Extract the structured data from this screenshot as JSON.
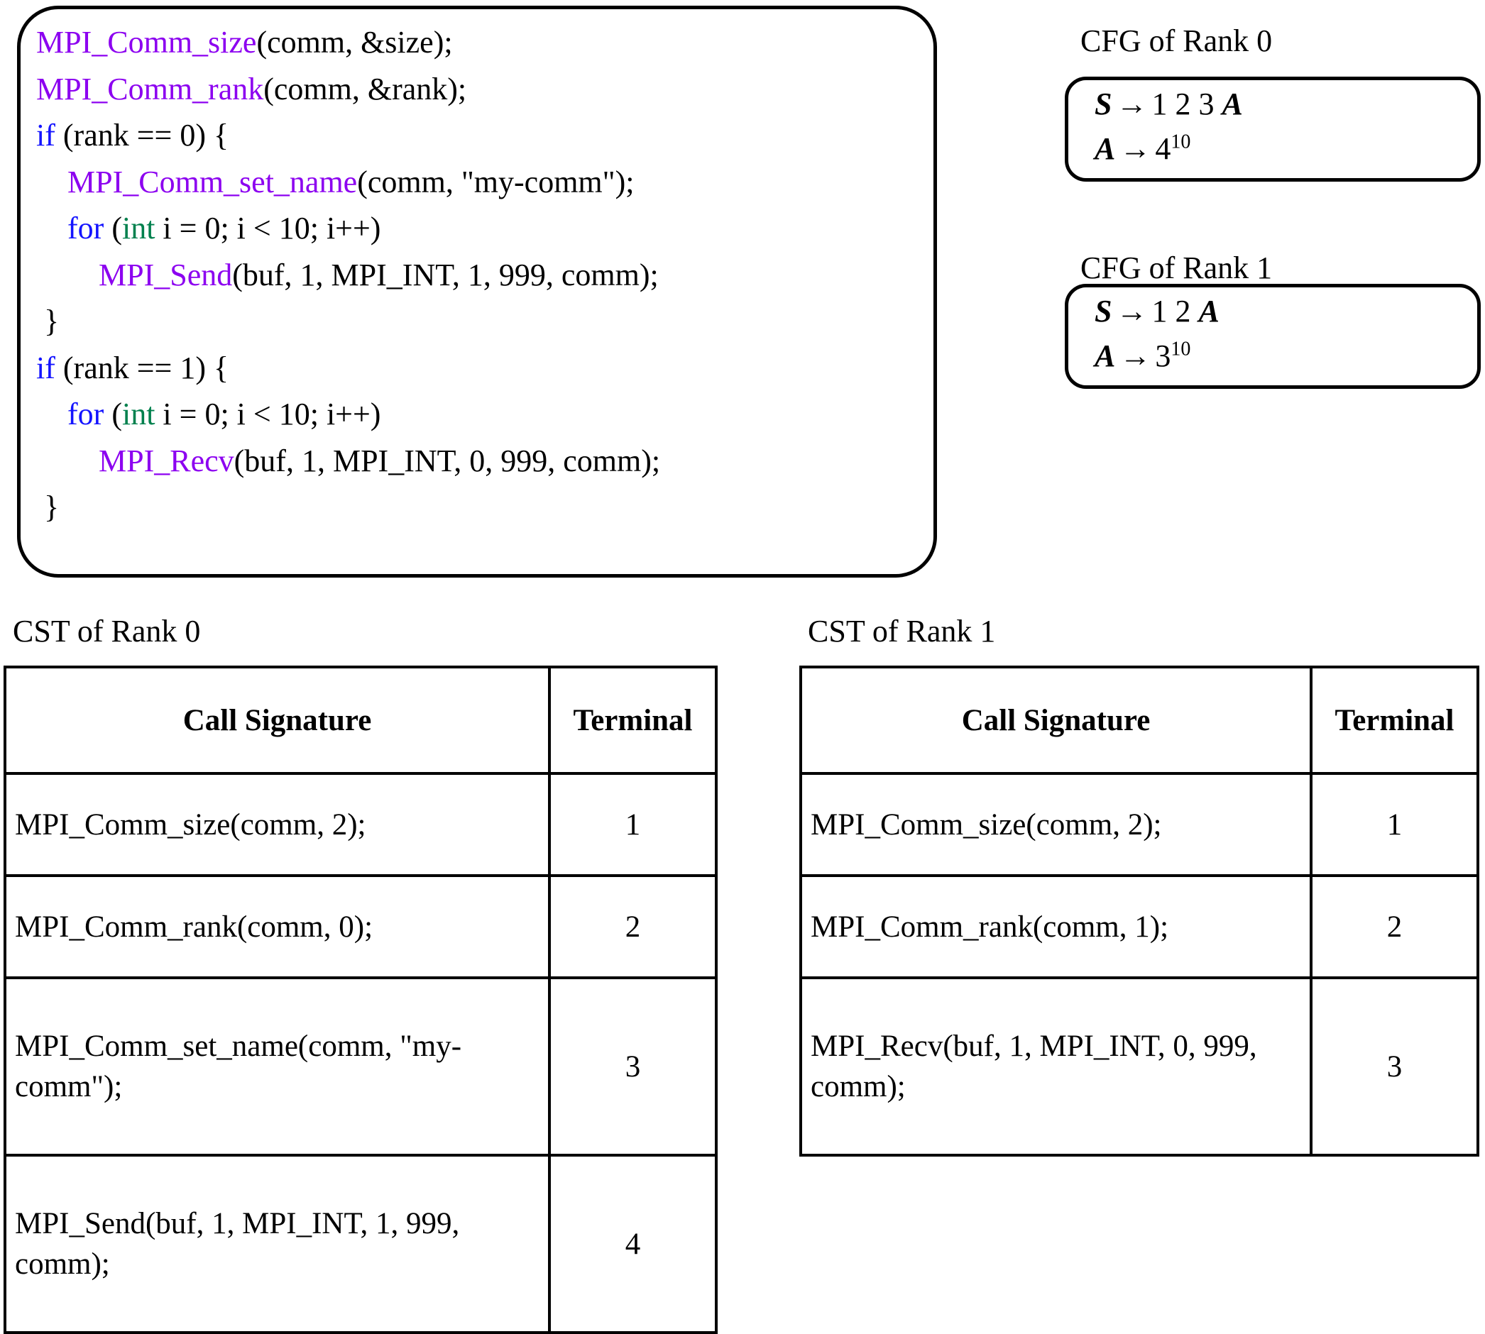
{
  "code_panel": {
    "lines": [
      [
        {
          "t": "MPI_Comm_size",
          "c": "fn"
        },
        {
          "t": "(comm, &size);",
          "c": "plain"
        }
      ],
      [
        {
          "t": "MPI_Comm_rank",
          "c": "fn"
        },
        {
          "t": "(comm, &rank);",
          "c": "plain"
        }
      ],
      [
        {
          "t": "if",
          "c": "kw"
        },
        {
          "t": " (rank == 0) {",
          "c": "plain"
        }
      ],
      [
        {
          "t": "    ",
          "c": "plain"
        },
        {
          "t": "MPI_Comm_set_name",
          "c": "fn"
        },
        {
          "t": "(comm, \"my-comm\");",
          "c": "plain"
        }
      ],
      [
        {
          "t": "    ",
          "c": "plain"
        },
        {
          "t": "for",
          "c": "kw"
        },
        {
          "t": " (",
          "c": "plain"
        },
        {
          "t": "int",
          "c": "type"
        },
        {
          "t": " i = 0; i < 10; i++)",
          "c": "plain"
        }
      ],
      [
        {
          "t": "        ",
          "c": "plain"
        },
        {
          "t": "MPI_Send",
          "c": "fn"
        },
        {
          "t": "(buf, 1, MPI_INT, 1, 999, comm);",
          "c": "plain"
        }
      ],
      [
        {
          "t": " }",
          "c": "plain"
        }
      ],
      [
        {
          "t": "if",
          "c": "kw"
        },
        {
          "t": " (rank == 1) {",
          "c": "plain"
        }
      ],
      [
        {
          "t": "    ",
          "c": "plain"
        },
        {
          "t": "for",
          "c": "kw"
        },
        {
          "t": " (",
          "c": "plain"
        },
        {
          "t": "int",
          "c": "type"
        },
        {
          "t": " i = 0; i < 10; i++)",
          "c": "plain"
        }
      ],
      [
        {
          "t": "        ",
          "c": "plain"
        },
        {
          "t": "MPI_Recv",
          "c": "fn"
        },
        {
          "t": "(buf, 1, MPI_INT, 0, 999, comm);",
          "c": "plain"
        }
      ],
      [
        {
          "t": " }",
          "c": "plain"
        }
      ]
    ],
    "colors": {
      "keyword": "#1414ff",
      "type": "#00804d",
      "api_call": "#8c00f0",
      "plain": "#000000",
      "border": "#000000"
    }
  },
  "cfg": [
    {
      "title": "CFG of Rank 0",
      "rules": [
        {
          "lhs": "S",
          "arrow": "→",
          "rhs": "1 2 3 ",
          "rhs_nt": "A",
          "sup": ""
        },
        {
          "lhs": "A",
          "arrow": "→",
          "rhs": "4",
          "rhs_nt": "",
          "sup": "10"
        }
      ]
    },
    {
      "title": "CFG of Rank 1",
      "rules": [
        {
          "lhs": "S",
          "arrow": "→",
          "rhs": "1 2 ",
          "rhs_nt": "A",
          "sup": ""
        },
        {
          "lhs": "A",
          "arrow": "→",
          "rhs": "3",
          "rhs_nt": "",
          "sup": "10"
        }
      ]
    }
  ],
  "cst": [
    {
      "title": "CST of Rank 0",
      "columns": [
        "Call Signature",
        "Terminal"
      ],
      "rows": [
        {
          "signature": "MPI_Comm_size(comm, 2);",
          "terminal": "1"
        },
        {
          "signature": "MPI_Comm_rank(comm, 0);",
          "terminal": "2"
        },
        {
          "signature": "MPI_Comm_set_name(comm, \"my-comm\");",
          "terminal": "3"
        },
        {
          "signature": "MPI_Send(buf, 1, MPI_INT, 1, 999, comm);",
          "terminal": "4"
        }
      ]
    },
    {
      "title": "CST of Rank 1",
      "columns": [
        "Call Signature",
        "Terminal"
      ],
      "rows": [
        {
          "signature": "MPI_Comm_size(comm, 2);",
          "terminal": "1"
        },
        {
          "signature": "MPI_Comm_rank(comm, 1);",
          "terminal": "2"
        },
        {
          "signature": "MPI_Recv(buf, 1, MPI_INT, 0, 999, comm);",
          "terminal": "3"
        }
      ]
    }
  ]
}
